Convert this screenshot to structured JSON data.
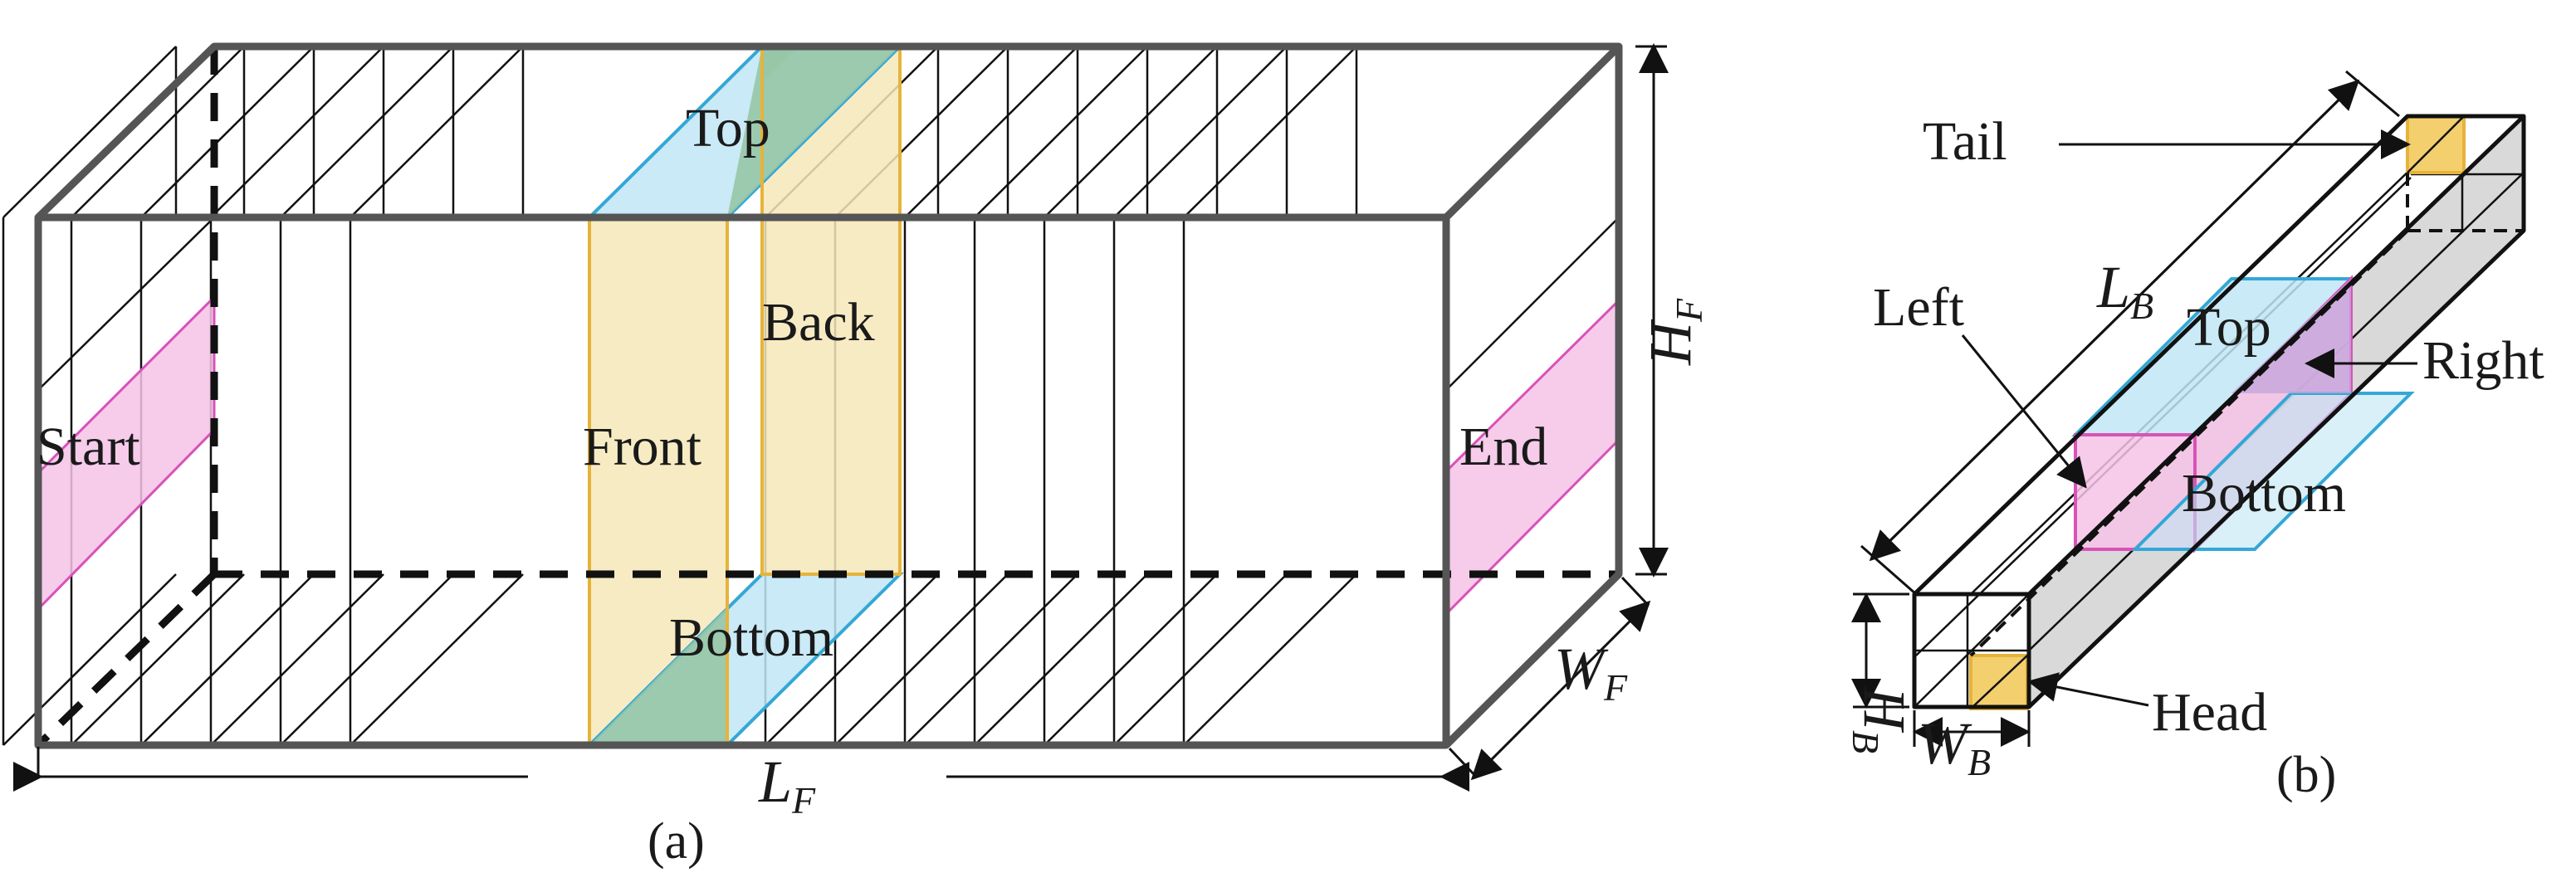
{
  "colors": {
    "pink_fill": "#f5c3e6",
    "pink_stroke": "#d952b8",
    "blue_fill": "#bfe6f4",
    "blue_stroke": "#35a7d6",
    "yellow_fill": "#f6e7b8",
    "yellow_stroke": "#e6b33a",
    "green_overlap": "#97c7a6",
    "gray_face": "#d9d9d9",
    "head_fill": "#f3cf6e"
  },
  "panel_a": {
    "caption": "(a)",
    "labels": {
      "start": "Start",
      "end": "End",
      "top": "Top",
      "back": "Back",
      "front": "Front",
      "bottom": "Bottom"
    },
    "dims": {
      "length": "L",
      "length_sub": "F",
      "height": "H",
      "height_sub": "F",
      "width": "W",
      "width_sub": "F"
    }
  },
  "panel_b": {
    "caption": "(b)",
    "labels": {
      "tail": "Tail",
      "left": "Left",
      "top": "Top",
      "right": "Right",
      "bottom": "Bottom",
      "head": "Head"
    },
    "dims": {
      "length": "L",
      "length_sub": "B",
      "height": "H",
      "height_sub": "B",
      "width": "W",
      "width_sub": "B"
    }
  }
}
